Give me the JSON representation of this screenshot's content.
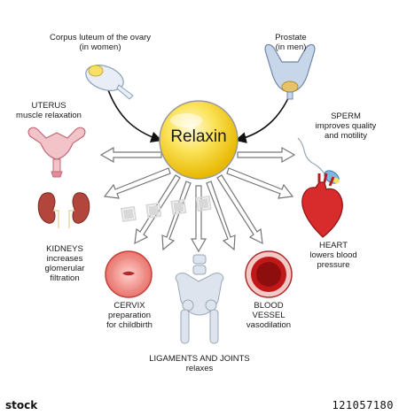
{
  "hub": {
    "label": "Relaxin"
  },
  "sources": {
    "ovary": {
      "line1": "Corpus luteum of the ovary",
      "line2": "(in women)"
    },
    "prostate": {
      "line1": "Prostate",
      "line2": "(in men)"
    }
  },
  "targets": {
    "uterus": {
      "line1": "UTERUS",
      "line2": "muscle relaxation"
    },
    "sperm": {
      "line1": "SPERM",
      "line2": "improves quality",
      "line3": "and motility"
    },
    "kidneys": {
      "line1": "KIDNEYS",
      "line2": "increases",
      "line3": "glomerular",
      "line4": "filtration"
    },
    "heart": {
      "line1": "HEART",
      "line2": "lowers blood",
      "line3": "pressure"
    },
    "cervix": {
      "line1": "CERVIX",
      "line2": "preparation",
      "line3": "for childbirth"
    },
    "vessel": {
      "line1": "BLOOD",
      "line2": "VESSEL",
      "line3": "vasodilation"
    },
    "ligaments": {
      "line1": "LIGAMENTS AND JOINTS",
      "line2": "relaxes"
    }
  },
  "footer": {
    "logo": "stock",
    "id": "121057180"
  },
  "colors": {
    "hub": "#f7d81a",
    "arrow": "#777777",
    "organ": "#e0605a",
    "bone": "#dde4ee"
  }
}
